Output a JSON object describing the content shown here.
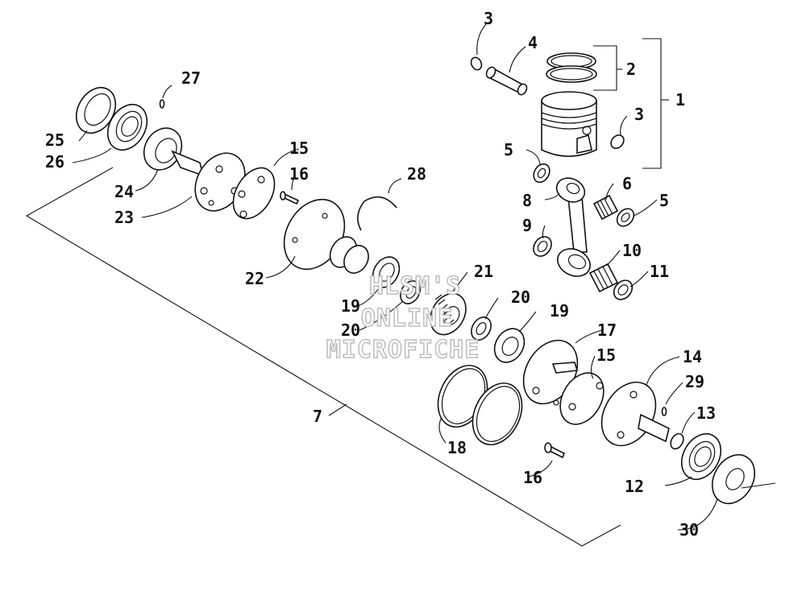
{
  "watermark": {
    "lines": [
      "HLSM'S",
      "ONLINE",
      "MICROFICHE"
    ]
  },
  "callouts": [
    {
      "id": "c1",
      "text": "1"
    },
    {
      "id": "c2",
      "text": "2"
    },
    {
      "id": "c3a",
      "text": "3"
    },
    {
      "id": "c3b",
      "text": "3"
    },
    {
      "id": "c4",
      "text": "4"
    },
    {
      "id": "c5a",
      "text": "5"
    },
    {
      "id": "c5b",
      "text": "5"
    },
    {
      "id": "c6",
      "text": "6"
    },
    {
      "id": "c7",
      "text": "7"
    },
    {
      "id": "c8",
      "text": "8"
    },
    {
      "id": "c9",
      "text": "9"
    },
    {
      "id": "c10",
      "text": "10"
    },
    {
      "id": "c11",
      "text": "11"
    },
    {
      "id": "c12",
      "text": "12"
    },
    {
      "id": "c13",
      "text": "13"
    },
    {
      "id": "c14",
      "text": "14"
    },
    {
      "id": "c15a",
      "text": "15"
    },
    {
      "id": "c15b",
      "text": "15"
    },
    {
      "id": "c16a",
      "text": "16"
    },
    {
      "id": "c16b",
      "text": "16"
    },
    {
      "id": "c17",
      "text": "17"
    },
    {
      "id": "c18",
      "text": "18"
    },
    {
      "id": "c19a",
      "text": "19"
    },
    {
      "id": "c19b",
      "text": "19"
    },
    {
      "id": "c20a",
      "text": "20"
    },
    {
      "id": "c20b",
      "text": "20"
    },
    {
      "id": "c21",
      "text": "21"
    },
    {
      "id": "c22",
      "text": "22"
    },
    {
      "id": "c23",
      "text": "23"
    },
    {
      "id": "c24",
      "text": "24"
    },
    {
      "id": "c25",
      "text": "25"
    },
    {
      "id": "c26",
      "text": "26"
    },
    {
      "id": "c27",
      "text": "27"
    },
    {
      "id": "c28",
      "text": "28"
    },
    {
      "id": "c29",
      "text": "29"
    },
    {
      "id": "c30",
      "text": "30"
    }
  ]
}
